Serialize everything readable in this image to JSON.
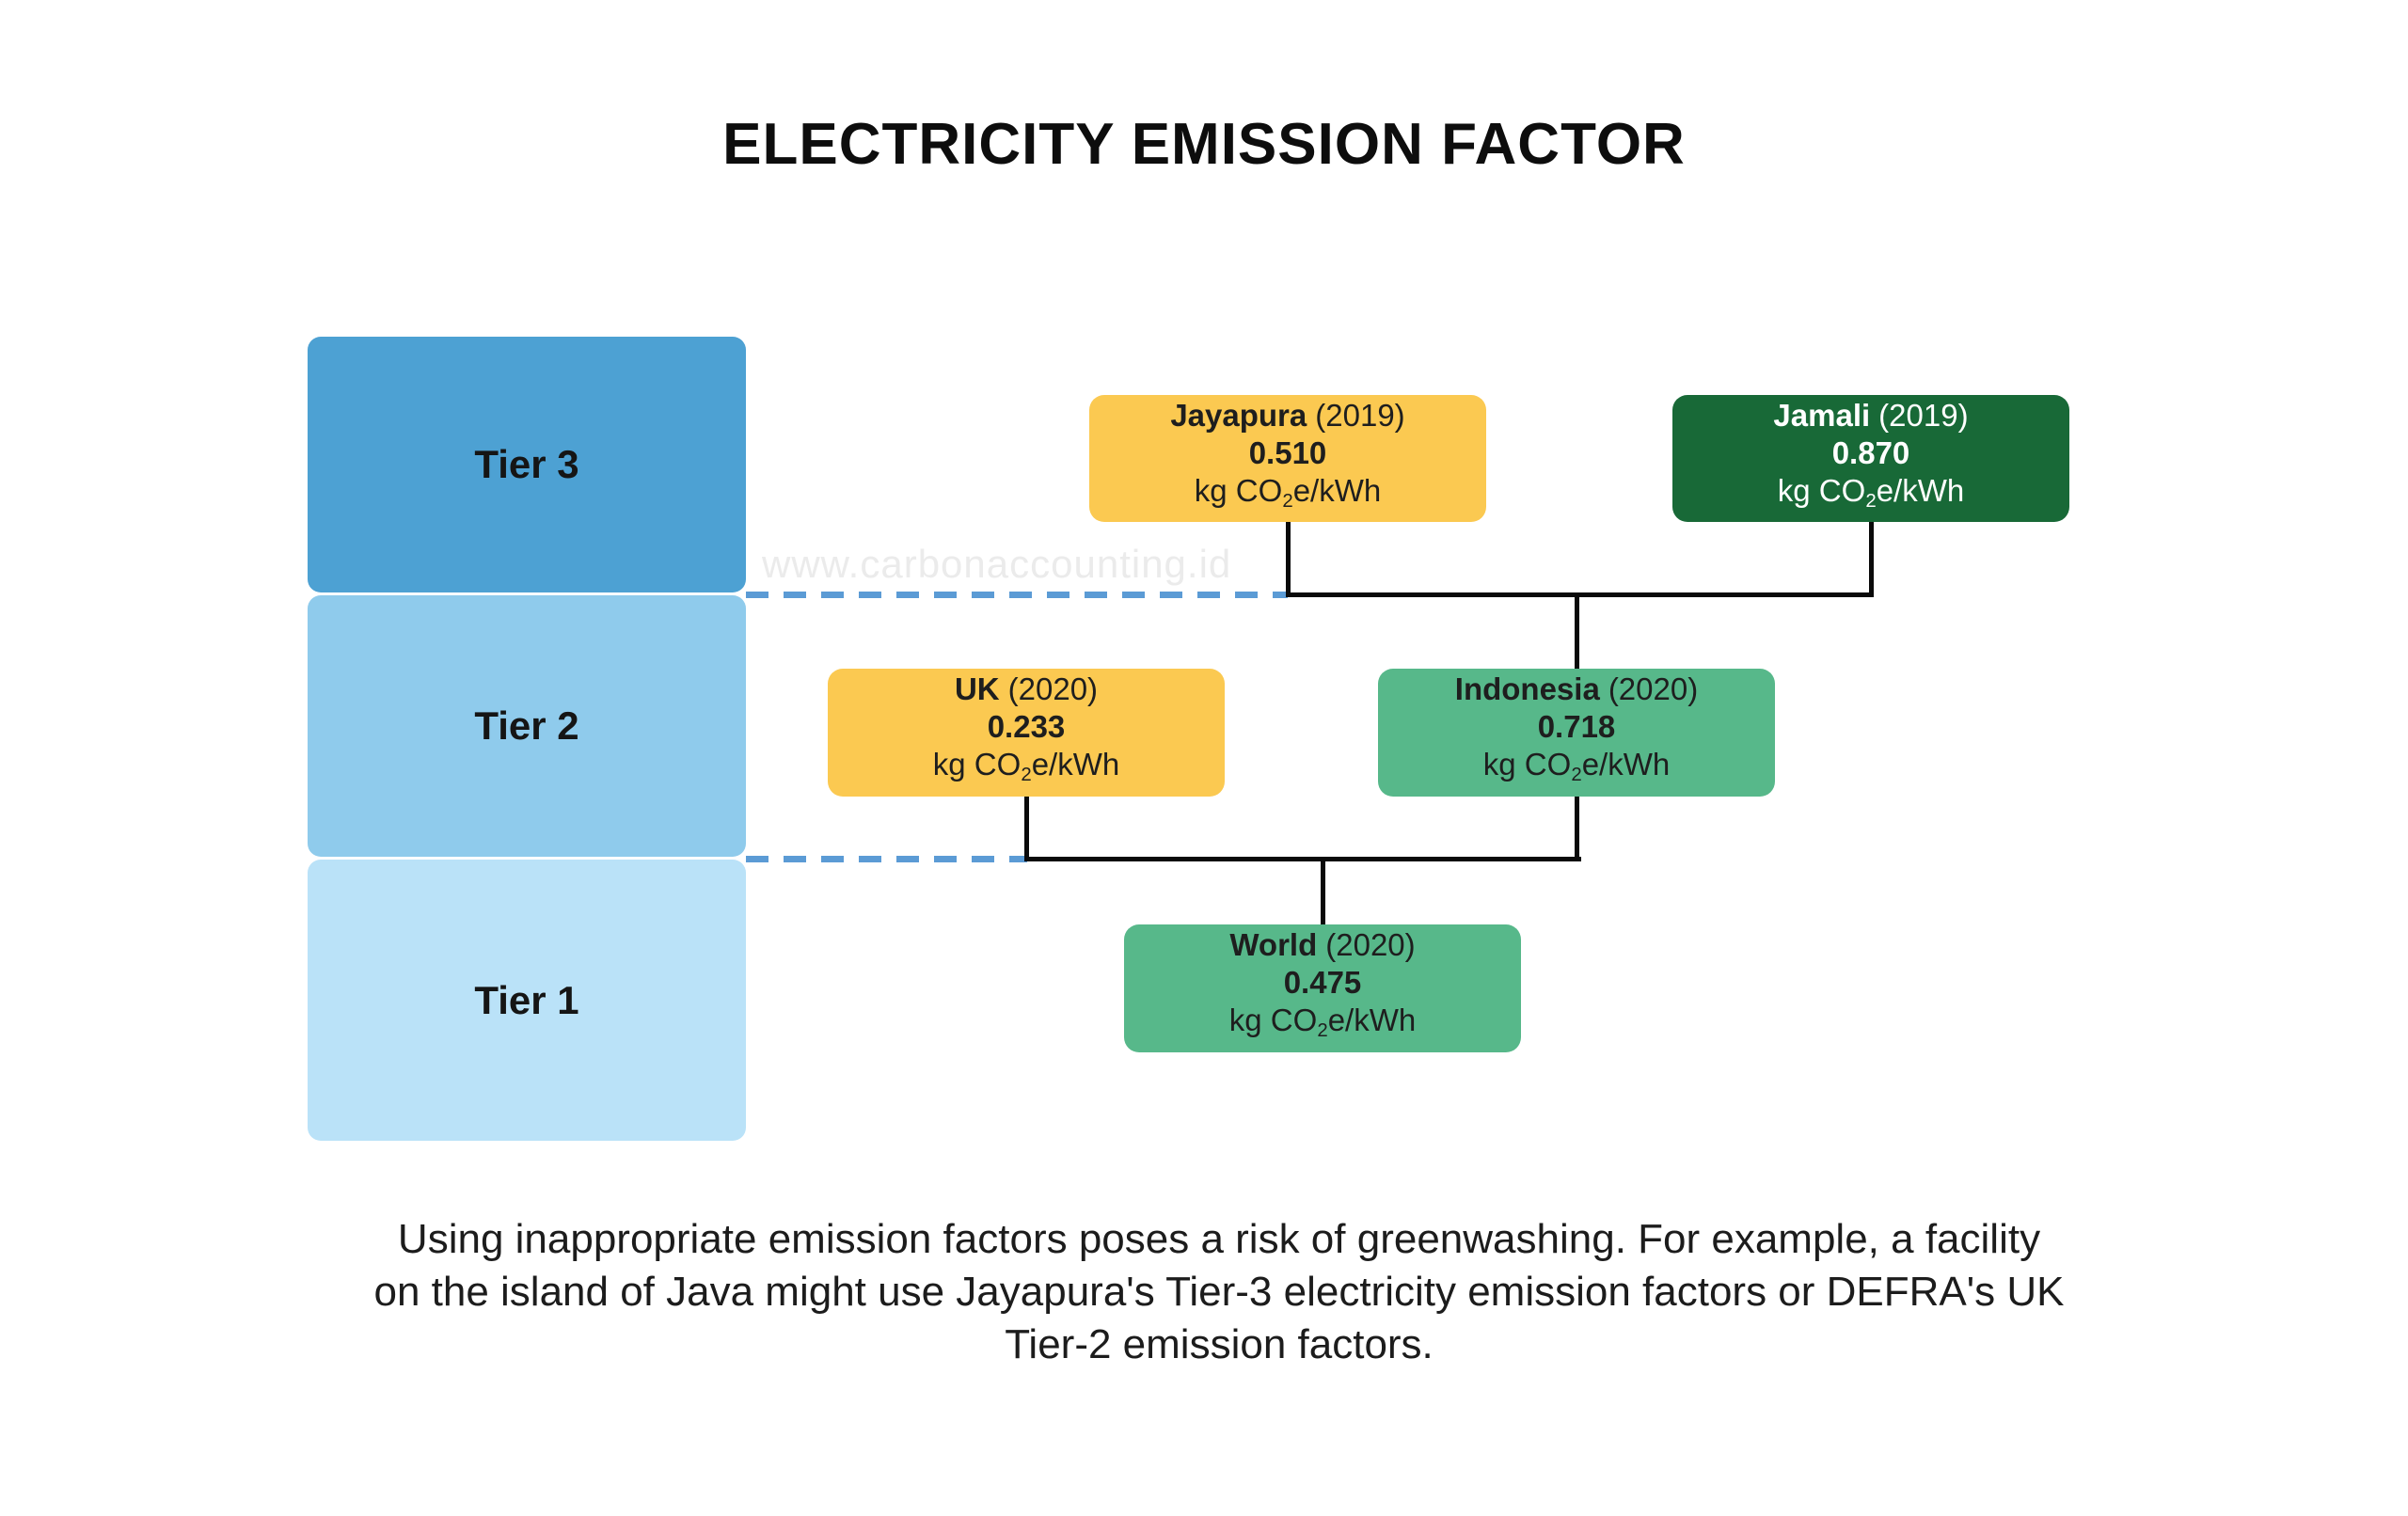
{
  "title": "ELECTRICITY EMISSION FACTOR",
  "watermark": "www.carbonaccounting.id",
  "tiers": [
    {
      "label": "Tier 3",
      "color": "#4DA1D3"
    },
    {
      "label": "Tier 2",
      "color": "#8FCBEC"
    },
    {
      "label": "Tier 1",
      "color": "#BAE2F8"
    }
  ],
  "nodes": {
    "jayapura": {
      "name": "Jayapura",
      "year": "(2019)",
      "value": "0.510",
      "unit_prefix": "kg CO",
      "unit_sub": "2",
      "unit_suffix": "e/kWh",
      "color": "#FBC951"
    },
    "jamali": {
      "name": "Jamali",
      "year": "(2019)",
      "value": "0.870",
      "unit_prefix": "kg CO",
      "unit_sub": "2",
      "unit_suffix": "e/kWh",
      "color": "#186937"
    },
    "uk": {
      "name": "UK",
      "year": "(2020)",
      "value": "0.233",
      "unit_prefix": "kg CO",
      "unit_sub": "2",
      "unit_suffix": "e/kWh",
      "color": "#FBC951"
    },
    "indonesia": {
      "name": "Indonesia",
      "year": "(2020)",
      "value": "0.718",
      "unit_prefix": "kg CO",
      "unit_sub": "2",
      "unit_suffix": "e/kWh",
      "color": "#57B88A"
    },
    "world": {
      "name": "World",
      "year": "(2020)",
      "value": "0.475",
      "unit_prefix": "kg CO",
      "unit_sub": "2",
      "unit_suffix": "e/kWh",
      "color": "#57B88A"
    }
  },
  "connector_color": "#0a0a0a",
  "dashed_line_color": "#5B9BD5",
  "footnote": {
    "line1": "Using inappropriate emission factors poses a risk of greenwashing. For example, a facility",
    "line2": "on the island of Java might use Jayapura's Tier-3 electricity emission factors or DEFRA's UK",
    "line3": "Tier-2 emission factors."
  }
}
